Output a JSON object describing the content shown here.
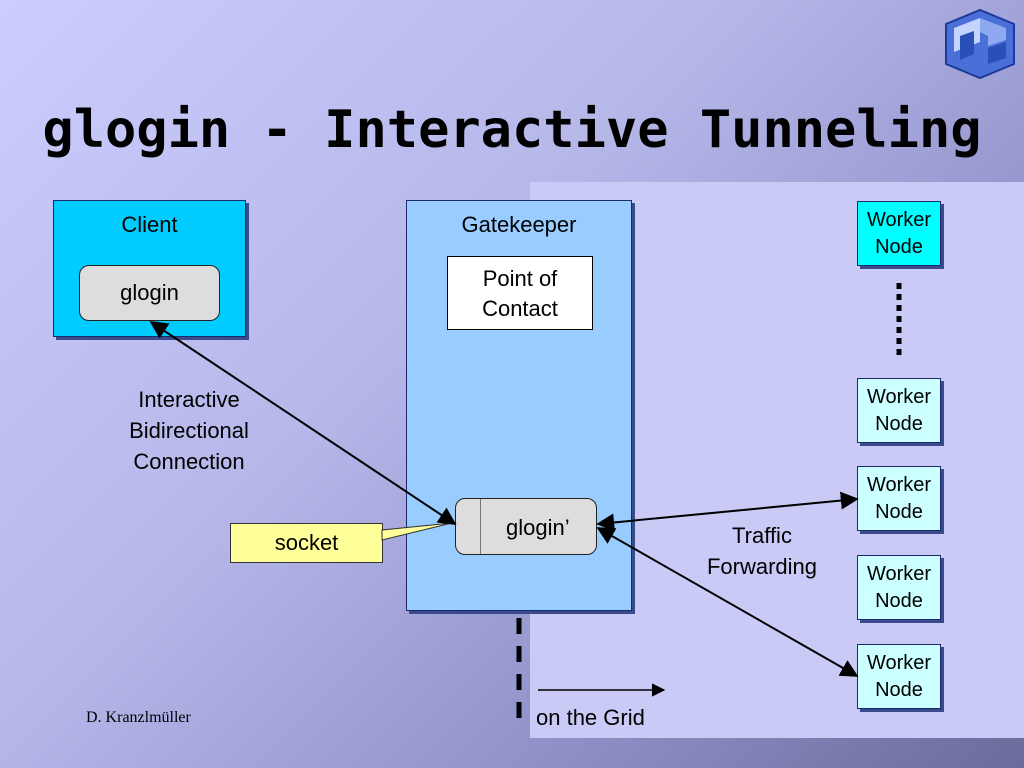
{
  "slide": {
    "title": "glogin - Interactive Tunneling",
    "author": "D. Kranzlmüller"
  },
  "client": {
    "title": "Client",
    "app_label": "glogin"
  },
  "gatekeeper": {
    "title": "Gatekeeper",
    "point_of_contact_line1": "Point of",
    "point_of_contact_line2": "Contact",
    "app_label": "glogin’"
  },
  "labels": {
    "connection_line1": "Interactive",
    "connection_line2": "Bidirectional",
    "connection_line3": "Connection",
    "socket": "socket",
    "traffic_line1": "Traffic",
    "traffic_line2": "Forwarding",
    "grid": "on the Grid"
  },
  "workers": [
    {
      "line1": "Worker",
      "line2": "Node"
    },
    {
      "line1": "Worker",
      "line2": "Node"
    },
    {
      "line1": "Worker",
      "line2": "Node"
    },
    {
      "line1": "Worker",
      "line2": "Node"
    },
    {
      "line1": "Worker",
      "line2": "Node"
    }
  ],
  "colors": {
    "client_box": "#00ccff",
    "gatekeeper_box": "#99ccff",
    "worker_top": "#00ffff",
    "worker": "#ccffff",
    "socket": "#ffff99",
    "logo": "#3366cc"
  },
  "icons": {
    "logo": "gup-logo-icon"
  }
}
